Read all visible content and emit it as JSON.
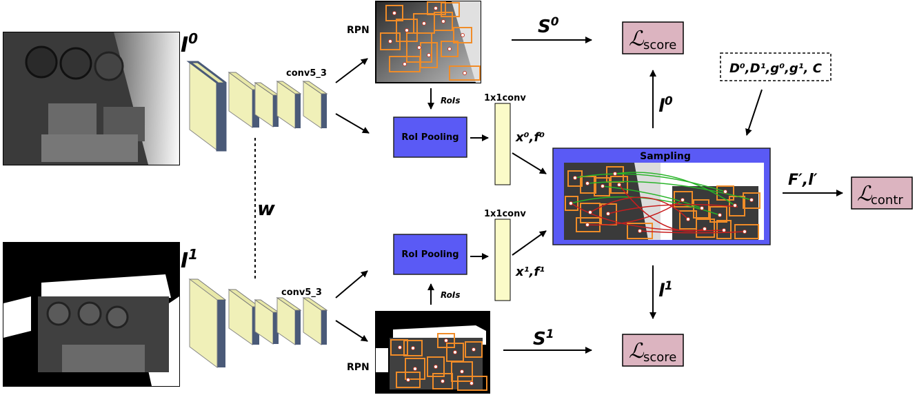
{
  "inputs": {
    "top_label": "I",
    "top_sup": "0",
    "bottom_label": "I",
    "bottom_sup": "1",
    "shared_weights": "w"
  },
  "backbone": {
    "top_layer": "conv5_3",
    "bottom_layer": "conv5_3"
  },
  "rpn": {
    "top_label": "RPN",
    "bottom_label": "RPN",
    "rois_top": "RoIs",
    "rois_bottom": "RoIs"
  },
  "roi_pooling": {
    "top_label": "RoI Pooling",
    "bottom_label": "RoI Pooling",
    "color": "#5a5af5"
  },
  "conv1x1": {
    "top_label": "1x1conv",
    "bottom_label": "1x1conv",
    "fill": "#fbfbc8"
  },
  "features": {
    "top": "x⁰,f⁰",
    "bottom": "x¹,f¹"
  },
  "sampling": {
    "title": "Sampling",
    "color": "#5a5af5"
  },
  "scores": {
    "top": "S",
    "top_sup": "0",
    "bottom": "S",
    "bottom_sup": "1"
  },
  "labels": {
    "l0": "l",
    "l0_sup": "0",
    "l1": "l",
    "l1_sup": "1"
  },
  "gt_box": {
    "text": "D⁰,D¹,g⁰,g¹, C"
  },
  "output": {
    "text": "F′,l′"
  },
  "losses": {
    "script_L": "ℒ",
    "score_sub": "score",
    "contr_sub": "contr",
    "fill": "#dcb4c0"
  },
  "colors": {
    "box_orange": "#f08c28",
    "match_green": "#28b428",
    "match_red": "#c81e1e",
    "layer_face": "#e8e8a8",
    "layer_side": "#4a5a78"
  }
}
